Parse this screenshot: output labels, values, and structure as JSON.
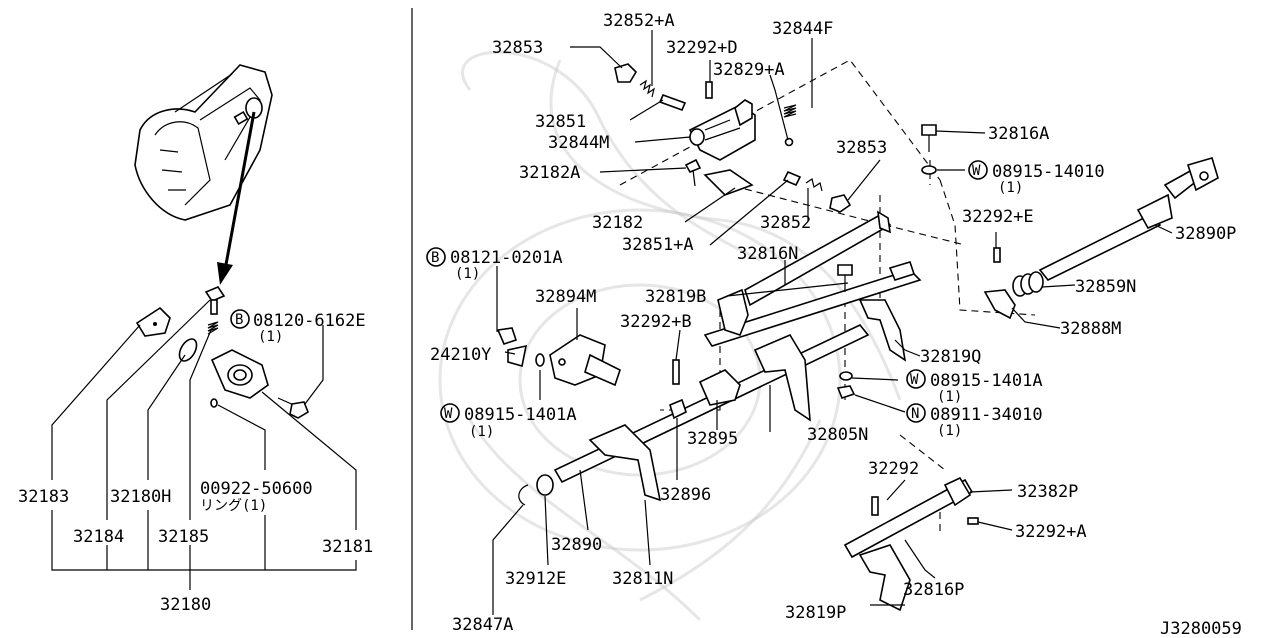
{
  "diagram_id": "J3280059",
  "left_panel": {
    "assembly_label": "32180",
    "callouts": {
      "c32183": "32183",
      "c32184": "32184",
      "c32180h": "32180H",
      "c32185": "32185",
      "c00922": "00922-50600",
      "c00922_note": "リング(1)",
      "c32181": "32181",
      "bolt_prefix": "B",
      "bolt_code": "08120-6162E",
      "bolt_qty": "(1)"
    }
  },
  "right_panel": {
    "callouts": {
      "c32852a": "32852+A",
      "c32853a": "32853",
      "c32292d": "32292+D",
      "c32844f": "32844F",
      "c32829a": "32829+A",
      "c32851": "32851",
      "c32844m": "32844M",
      "c32182a": "32182A",
      "c32853b": "32853",
      "c32182": "32182",
      "c32852": "32852",
      "c32851a": "32851+A",
      "c32816a": "32816A",
      "w1_prefix": "W",
      "w1_code": "08915-14010",
      "w1_qty": "(1)",
      "c32292e": "32292+E",
      "c32890p": "32890P",
      "b2_prefix": "B",
      "b2_code": "08121-0201A",
      "b2_qty": "(1)",
      "c32816n": "32816N",
      "c32859n": "32859N",
      "c32894m": "32894M",
      "c32819b": "32819B",
      "c32292b": "32292+B",
      "c32888m": "32888M",
      "c24210y": "24210Y",
      "c32819q": "32819Q",
      "w2_prefix": "W",
      "w2_code": "08915-1401A",
      "w2_qty": "(1)",
      "w3_prefix": "W",
      "w3_code": "08915-1401A",
      "w3_qty": "(1)",
      "n1_prefix": "N",
      "n1_code": "08911-34010",
      "n1_qty": "(1)",
      "c32895": "32895",
      "c32805n": "32805N",
      "c32292": "32292",
      "c32896": "32896",
      "c32382p": "32382P",
      "c32292a": "32292+A",
      "c32890": "32890",
      "c32912e": "32912E",
      "c32811n": "32811N",
      "c32816p": "32816P",
      "c32819p": "32819P",
      "c32847a": "32847A"
    }
  }
}
